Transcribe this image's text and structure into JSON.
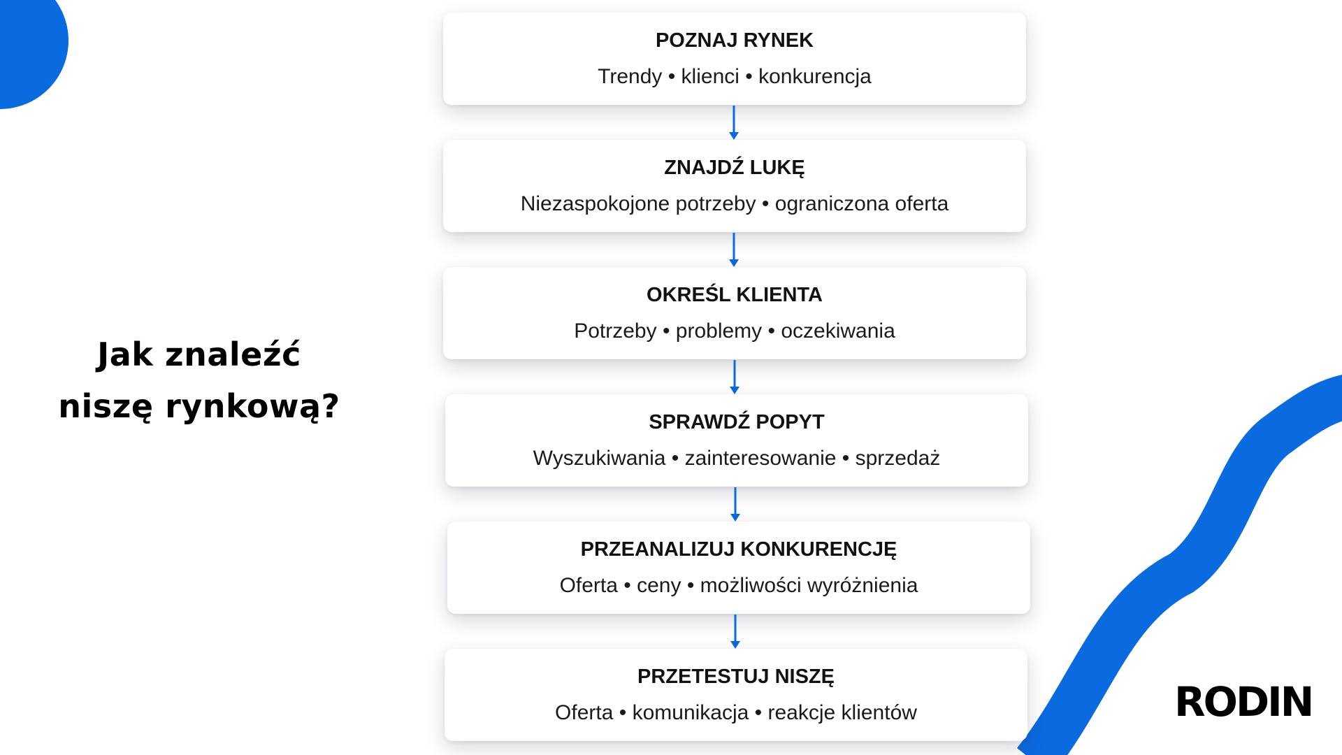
{
  "title": {
    "line1": "Jak znaleźć",
    "line2": "niszę rynkową?"
  },
  "steps": [
    {
      "title": "POZNAJ RYNEK",
      "desc": "Trendy • klienci • konkurencja"
    },
    {
      "title": "ZNAJDŹ LUKĘ",
      "desc": "Niezaspokojone potrzeby • ograniczona oferta"
    },
    {
      "title": "OKREŚL KLIENTA",
      "desc": "Potrzeby • problemy • oczekiwania"
    },
    {
      "title": "SPRAWDŹ POPYT",
      "desc": "Wyszukiwania • zainteresowanie • sprzedaż"
    },
    {
      "title": "PRZEANALIZUJ KONKURENCJĘ",
      "desc": "Oferta • ceny • możliwości wyróżnienia"
    },
    {
      "title": "PRZETESTUJ NISZĘ",
      "desc": "Oferta • komunikacja • reakcje klientów"
    }
  ],
  "logo": "RODIN",
  "colors": {
    "accent": "#0a6ae0",
    "text": "#111111",
    "background": "#ffffff"
  }
}
